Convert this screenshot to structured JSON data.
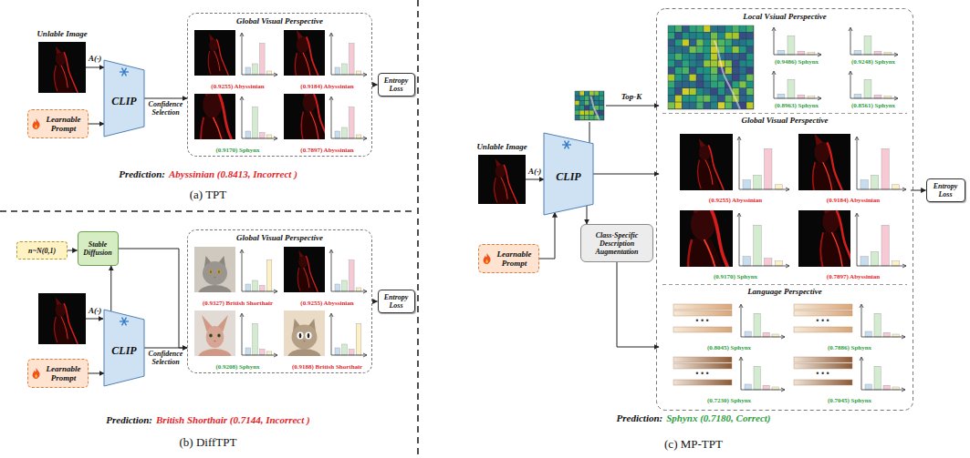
{
  "diagram": {
    "nodes": [
      {
        "text": [
          "Unlable Image"
        ]
      },
      {
        "text": [
          "Learnable Prompt"
        ]
      },
      {
        "text": [
          "CLIP"
        ]
      },
      {
        "text": [
          "Global Visual Perspective"
        ]
      },
      {
        "text": [
          "(0.9255) Abyssinian"
        ],
        "in": 3
      },
      {
        "text": [
          "(0.9184) Abyssinian"
        ],
        "in": 3
      },
      {
        "text": [
          "(0.9170) Sphynx"
        ],
        "in": 3
      },
      {
        "text": [
          "(0.7897) Abyssinian"
        ],
        "in": 3
      },
      {
        "text": [
          "Entropy Loss"
        ]
      },
      {
        "text": [
          "n~N(0,1)"
        ]
      },
      {
        "text": [
          "Stable Diffusion"
        ]
      },
      {
        "text": [
          "Learnable Prompt"
        ]
      },
      {
        "text": [
          "CLIP"
        ]
      },
      {
        "text": [
          "Global Visual Perspective"
        ]
      },
      {
        "text": [
          "(0.9327) British Shorthair"
        ],
        "in": 13
      },
      {
        "text": [
          "(0.9255) Abyssinian"
        ],
        "in": 13
      },
      {
        "text": [
          "(0.9208) Sphynx"
        ],
        "in": 13
      },
      {
        "text": [
          "(0.9188) British Shorthair"
        ],
        "in": 13
      },
      {
        "text": [
          "Entropy Loss"
        ]
      },
      {
        "text": [
          "Unlable Image"
        ]
      },
      {
        "text": [
          "Learnable Prompt"
        ]
      },
      {
        "text": [
          "CLIP"
        ]
      },
      {
        "text": [
          "Class-Specific Description Augmentation"
        ]
      },
      {
        "text": [
          "Local Vsiual Perspective"
        ]
      },
      {
        "text": [
          "(0.9486) Sphynx"
        ],
        "in": 23
      },
      {
        "text": [
          "(0.9248) Sphynx"
        ],
        "in": 23
      },
      {
        "text": [
          "(0.8963) Sphynx"
        ],
        "in": 23
      },
      {
        "text": [
          "(0.8561) Sphynx"
        ],
        "in": 23
      },
      {
        "text": [
          "Global Visual Perspective"
        ]
      },
      {
        "text": [
          "(0.9255) Abyssinian"
        ],
        "in": 28
      },
      {
        "text": [
          "(0.9184) Abyssinian"
        ],
        "in": 28
      },
      {
        "text": [
          "(0.9170) Sphynx"
        ],
        "in": 28
      },
      {
        "text": [
          "(0.7897) Abyssinian"
        ],
        "in": 28
      },
      {
        "text": [
          "Language Perspective"
        ]
      },
      {
        "text": [
          "(0.8045) Sphynx"
        ],
        "in": 33
      },
      {
        "text": [
          "(0.7886) Sphynx"
        ],
        "in": 33
      },
      {
        "text": [
          "(0.7230) Sphynx"
        ],
        "in": 33
      },
      {
        "text": [
          "(0.7045) Sphynx"
        ],
        "in": 33
      },
      {
        "text": [
          "Entropy Loss"
        ]
      }
    ],
    "edges": [
      {
        "from": 0,
        "to": 2,
        "arrow": "to",
        "label": "A(·)"
      },
      {
        "from": 1,
        "to": 2,
        "arrow": "to"
      },
      {
        "from": 2,
        "to": 3,
        "arrow": "to",
        "label": "Confidence Selection"
      },
      {
        "from": 3,
        "to": 8,
        "arrow": "to"
      },
      {
        "from": 9,
        "to": 10,
        "arrow": "to"
      },
      {
        "from": 12,
        "to": 10,
        "arrow": "to"
      },
      {
        "from": 11,
        "to": 12,
        "arrow": "to"
      },
      {
        "from": 12,
        "to": 13,
        "arrow": "to",
        "label": "Confidence Selection"
      },
      {
        "from": 10,
        "to": 13,
        "arrow": "to"
      },
      {
        "from": 13,
        "to": 18,
        "arrow": "to"
      },
      {
        "from": 19,
        "to": 21,
        "arrow": "to",
        "label": "A(·)"
      },
      {
        "from": 20,
        "to": 21,
        "arrow": "to"
      },
      {
        "from": 21,
        "to": 23,
        "arrow": "to",
        "label": "Top-K"
      },
      {
        "from": 21,
        "to": 28,
        "arrow": "to"
      },
      {
        "from": 21,
        "to": 22,
        "arrow": "to"
      },
      {
        "from": 22,
        "to": 33,
        "arrow": "to"
      },
      {
        "from": 28,
        "to": 38,
        "arrow": "to"
      }
    ],
    "labels": [
      "Prediction:",
      "Abyssinian (0.8413, Incorrect )",
      "(a) TPT",
      "A(·)",
      "Prediction:",
      "British Shorthair (0.7144, Incorrect )",
      "(b) DiffTPT",
      "•••",
      "•••",
      "•••",
      "•••",
      "Prediction:",
      "Sphynx (0.7180, Correct)",
      "(c) MP-TPT"
    ]
  }
}
